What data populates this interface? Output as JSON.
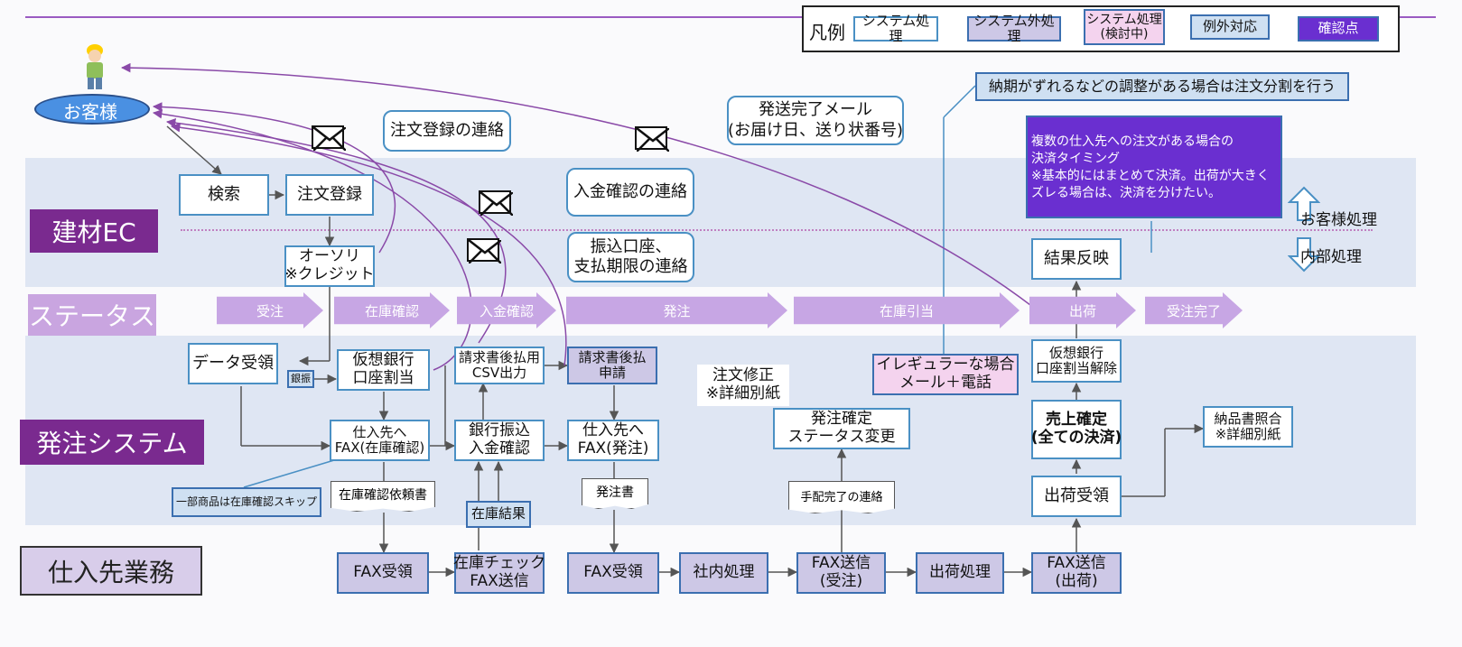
{
  "legend": {
    "title": "凡例",
    "items": [
      "システム処理",
      "システム外処理",
      "システム処理\n(検討中)",
      "例外対応",
      "確認点"
    ]
  },
  "actors": {
    "customer": "お客様"
  },
  "lanes": {
    "ec": "建材EC",
    "status": "ステータス",
    "order_system": "発注システム",
    "supplier": "仕入先業務"
  },
  "callouts": {
    "order_registration": "注文登録の連絡",
    "payment_confirm": "入金確認の連絡",
    "transfer_account": "振込口座、\n支払期限の連絡",
    "shipped_mail": "発送完了メール\n(お届け日、送り状番号)",
    "split_order": "納期がずれるなどの調整がある場合は注文分割を行う",
    "multi_supplier": "複数の仕入先への注文がある場合の\n決済タイミング\n※基本的にはまとめて決済。出荷が大きく\nズレる場合は、決済を分けたい。"
  },
  "ec_boxes": {
    "search": "検索",
    "order_reg": "注文登録",
    "authori": "オーソリ\n※クレジット",
    "result": "結果反映"
  },
  "side_labels": {
    "customer_process": "お客様処理",
    "internal_process": "内部処理"
  },
  "status_steps": [
    "受注",
    "在庫確認",
    "入金確認",
    "発注",
    "在庫引当",
    "出荷",
    "受注完了"
  ],
  "system_boxes": {
    "data_receive": "データ受領",
    "bank_tag": "銀振",
    "virtual_bank": "仮想銀行\n口座割当",
    "invoice_csv": "請求書後払用\nCSV出力",
    "invoice_apply": "請求書後払\n申請",
    "order_fix_note": "注文修正\n※詳細別紙",
    "irregular": "イレギュラーな場合\nメール＋電話",
    "virtual_bank_release": "仮想銀行\n口座割当解除",
    "fax_stock": "仕入先へ\nFAX(在庫確認)",
    "bank_confirm": "銀行振込\n入金確認",
    "fax_order": "仕入先へ\nFAX(発注)",
    "order_status": "発注確定\nステータス変更",
    "sales_confirm": "売上確定\n(全ての決済)",
    "delivery_check": "納品書照合\n※詳細別紙",
    "skip_note": "一部商品は在庫確認スキップ",
    "stock_request_doc": "在庫確認依頼書",
    "stock_result": "在庫結果",
    "order_doc": "発注書",
    "arrange_done": "手配完了の連絡",
    "ship_receive": "出荷受領"
  },
  "supplier_boxes": {
    "fax_receive1": "FAX受領",
    "stock_check_fax": "在庫チェック\nFAX送信",
    "fax_receive2": "FAX受領",
    "internal": "社内処理",
    "fax_send_order": "FAX送信\n(受注)",
    "ship_process": "出荷処理",
    "fax_send_ship": "FAX送信\n(出荷)"
  },
  "colors": {
    "lane_purple": "#7a2a8f",
    "status_lane": "#c9a5e0",
    "supplier_lane": "#d8cdea",
    "band": "#dfe6f3",
    "box_border": "#4a90c4",
    "confirm_point": "#6a2fd0"
  },
  "icons": [
    "customer-figure-icon",
    "envelope-icon"
  ]
}
